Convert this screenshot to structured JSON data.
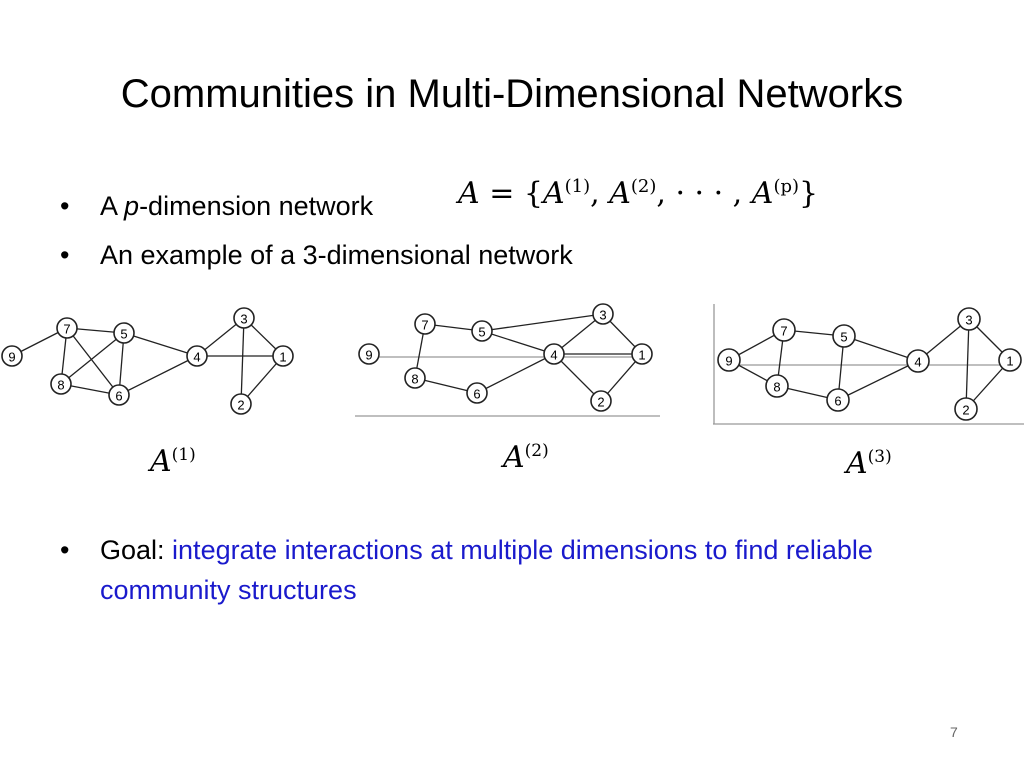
{
  "slide": {
    "title": "Communities in Multi-Dimensional Networks",
    "bullet1_prefix": "A ",
    "bullet1_italic": "p",
    "bullet1_suffix": "-dimension network",
    "formula_A": "A",
    "formula_eq": " = {",
    "formula_A1": "A",
    "formula_sup1": "(1)",
    "formula_sep1": ", ",
    "formula_A2": "A",
    "formula_sup2": "(2)",
    "formula_dots": ", · · · , ",
    "formula_Ap": "A",
    "formula_supp": "(p)",
    "formula_close": "}",
    "bullet2": "An example of a 3-dimensional network",
    "bullet3_label": "Goal: ",
    "bullet3_text": "integrate interactions at multiple dimensions to find reliable community structures",
    "page_number": "7",
    "bullet_char": "•"
  },
  "networks": [
    {
      "caption_base": "A",
      "caption_sup": "(1)",
      "nodes": [
        "1",
        "2",
        "3",
        "4",
        "5",
        "6",
        "7",
        "8",
        "9"
      ],
      "edges": [
        [
          "9",
          "7"
        ],
        [
          "7",
          "5"
        ],
        [
          "7",
          "8"
        ],
        [
          "7",
          "6"
        ],
        [
          "5",
          "8"
        ],
        [
          "5",
          "6"
        ],
        [
          "5",
          "4"
        ],
        [
          "8",
          "6"
        ],
        [
          "6",
          "4"
        ],
        [
          "4",
          "3"
        ],
        [
          "4",
          "1"
        ],
        [
          "3",
          "1"
        ],
        [
          "3",
          "2"
        ],
        [
          "1",
          "2"
        ]
      ]
    },
    {
      "caption_base": "A",
      "caption_sup": "(2)",
      "nodes": [
        "1",
        "2",
        "3",
        "4",
        "5",
        "6",
        "7",
        "8",
        "9"
      ],
      "edges": [
        [
          "7",
          "5"
        ],
        [
          "7",
          "8"
        ],
        [
          "5",
          "4"
        ],
        [
          "5",
          "3"
        ],
        [
          "8",
          "6"
        ],
        [
          "6",
          "4"
        ],
        [
          "4",
          "3"
        ],
        [
          "4",
          "1"
        ],
        [
          "3",
          "1"
        ],
        [
          "4",
          "2"
        ],
        [
          "1",
          "2"
        ]
      ]
    },
    {
      "caption_base": "A",
      "caption_sup": "(3)",
      "nodes": [
        "1",
        "2",
        "3",
        "4",
        "5",
        "6",
        "7",
        "8",
        "9"
      ],
      "edges": [
        [
          "9",
          "7"
        ],
        [
          "9",
          "8"
        ],
        [
          "7",
          "5"
        ],
        [
          "7",
          "8"
        ],
        [
          "5",
          "6"
        ],
        [
          "5",
          "4"
        ],
        [
          "8",
          "6"
        ],
        [
          "6",
          "4"
        ],
        [
          "4",
          "3"
        ],
        [
          "3",
          "1"
        ],
        [
          "3",
          "2"
        ],
        [
          "1",
          "2"
        ]
      ]
    }
  ],
  "colors": {
    "goal_text": "#1a1acc"
  }
}
